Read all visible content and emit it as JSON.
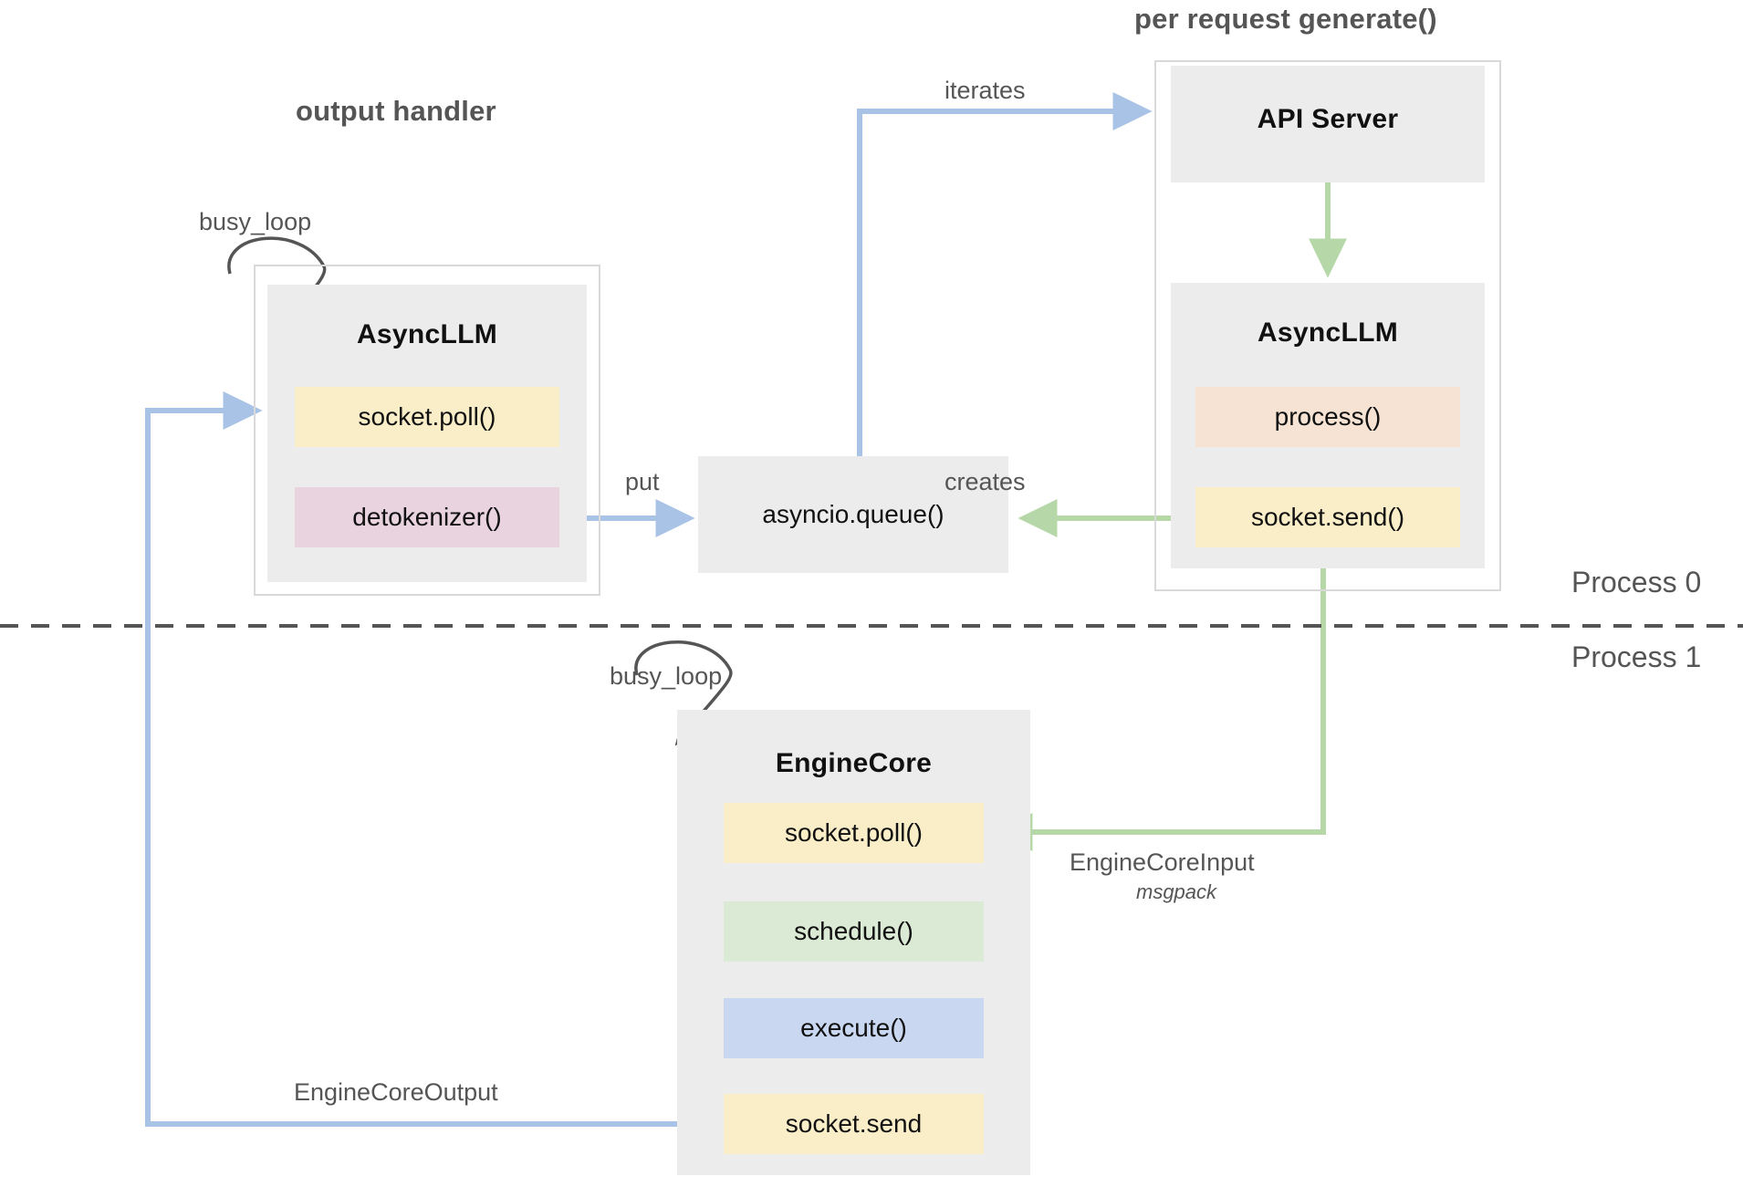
{
  "diagram": {
    "title_output_handler": "output handler",
    "title_per_request": "per request generate()",
    "process_top": "Process 0",
    "process_bottom": "Process 1"
  },
  "left_group": {
    "box_title": "AsyncLLM",
    "loop_label": "busy_loop",
    "chips": [
      {
        "label": "socket.poll()",
        "color": "#faeec8"
      },
      {
        "label": "detokenizer()",
        "color": "#e8d3de"
      }
    ]
  },
  "queue": {
    "label": "asyncio.queue()"
  },
  "right_group": {
    "api_server_title": "API Server",
    "async_llm_title": "AsyncLLM",
    "chips": [
      {
        "label": "process()",
        "color": "#f7e3d3"
      },
      {
        "label": "socket.send()",
        "color": "#faeec8"
      }
    ]
  },
  "engine_core": {
    "box_title": "EngineCore",
    "loop_label": "busy_loop",
    "chips": [
      {
        "label": "socket.poll()",
        "color": "#faeec8"
      },
      {
        "label": "schedule()",
        "color": "#dbead4"
      },
      {
        "label": "execute()",
        "color": "#c9d7f0"
      },
      {
        "label": "socket.send",
        "color": "#faeec8"
      }
    ]
  },
  "edges": {
    "iterates": "iterates",
    "put": "put",
    "creates": "creates",
    "engine_core_input": "EngineCoreInput",
    "engine_core_input_format": "msgpack",
    "engine_core_output": "EngineCoreOutput"
  },
  "colors": {
    "blue_arrow": "#a8c3e5",
    "green_arrow": "#b6d8a8",
    "dark_arrow": "#555555",
    "gray_fill": "#ececec",
    "border_gray": "#d9d9d9",
    "text_gray": "#555555"
  }
}
